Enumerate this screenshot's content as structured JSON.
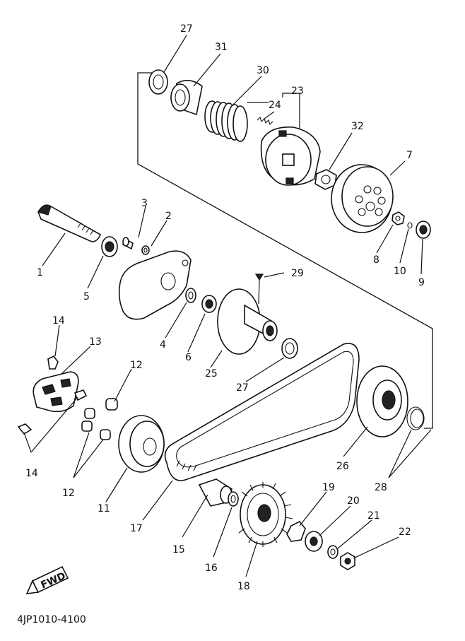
{
  "diagram_code": "4JP1010-4100",
  "fwd_label": "FWD",
  "callouts": [
    {
      "id": "p27a",
      "text": "27"
    },
    {
      "id": "p31",
      "text": "31"
    },
    {
      "id": "p30",
      "text": "30"
    },
    {
      "id": "p23",
      "text": "23"
    },
    {
      "id": "p24",
      "text": "24"
    },
    {
      "id": "p32",
      "text": "32"
    },
    {
      "id": "p7",
      "text": "7"
    },
    {
      "id": "p3",
      "text": "3"
    },
    {
      "id": "p2",
      "text": "2"
    },
    {
      "id": "p1",
      "text": "1"
    },
    {
      "id": "p5",
      "text": "5"
    },
    {
      "id": "p8",
      "text": "8"
    },
    {
      "id": "p10",
      "text": "10"
    },
    {
      "id": "p9",
      "text": "9"
    },
    {
      "id": "p29",
      "text": "29"
    },
    {
      "id": "p4",
      "text": "4"
    },
    {
      "id": "p6",
      "text": "6"
    },
    {
      "id": "p25",
      "text": "25"
    },
    {
      "id": "p27b",
      "text": "27"
    },
    {
      "id": "p14a",
      "text": "14"
    },
    {
      "id": "p13",
      "text": "13"
    },
    {
      "id": "p12a",
      "text": "12"
    },
    {
      "id": "p14b",
      "text": "14"
    },
    {
      "id": "p12b",
      "text": "12"
    },
    {
      "id": "p11",
      "text": "11"
    },
    {
      "id": "p26",
      "text": "26"
    },
    {
      "id": "p28",
      "text": "28"
    },
    {
      "id": "p17",
      "text": "17"
    },
    {
      "id": "p15",
      "text": "15"
    },
    {
      "id": "p16",
      "text": "16"
    },
    {
      "id": "p18",
      "text": "18"
    },
    {
      "id": "p19",
      "text": "19"
    },
    {
      "id": "p20",
      "text": "20"
    },
    {
      "id": "p21",
      "text": "21"
    },
    {
      "id": "p22",
      "text": "22"
    }
  ]
}
